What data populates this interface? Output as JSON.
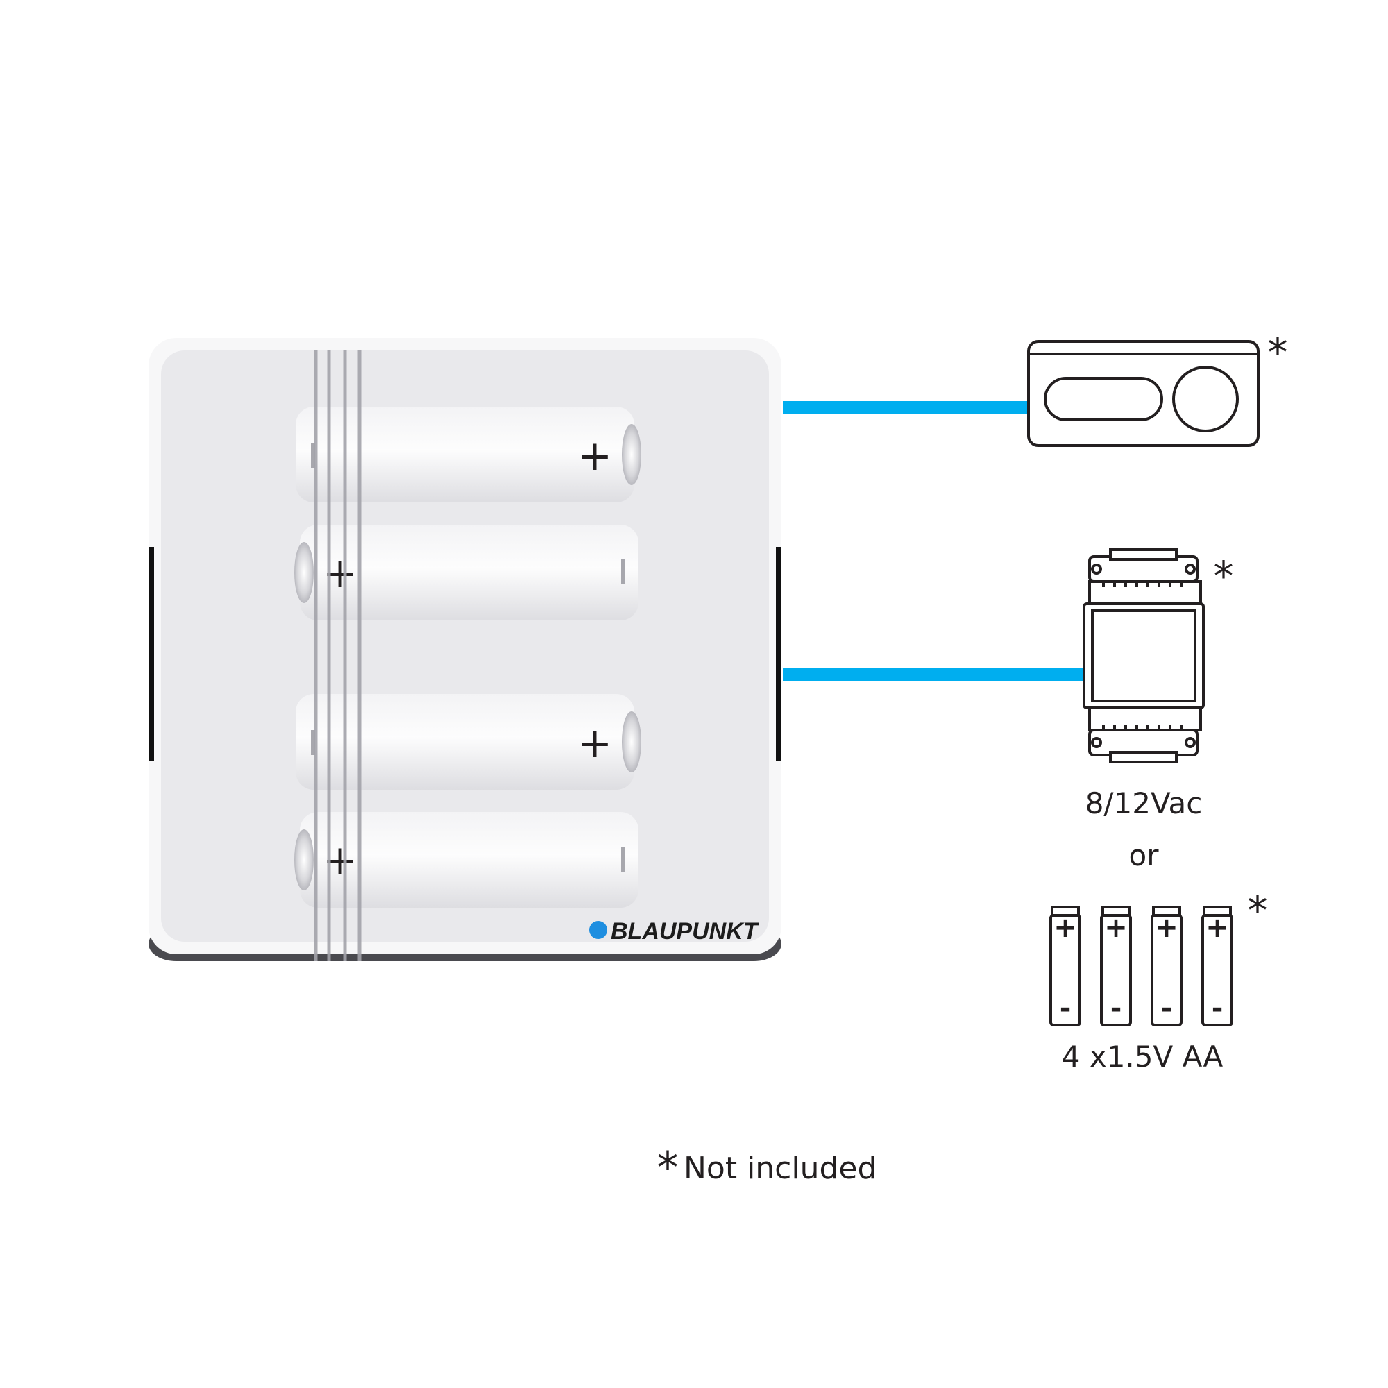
{
  "device": {
    "brand": "BLAUPUNKT",
    "battery_marks": {
      "plus": "+",
      "minus": "-"
    }
  },
  "power_options": {
    "ac_label": "8/12Vac",
    "or_label": "or",
    "battery_label": "4 x1.5V AA",
    "battery_count": 4
  },
  "footnote": {
    "symbol": "*",
    "text": "Not included"
  },
  "colors": {
    "wire": "#00aeef",
    "brand_dot": "#1e8ee0",
    "outline": "#231f20",
    "device_body": "#e9e9ec",
    "device_frame": "#f7f7f8"
  },
  "icons": {
    "doorbell": "doorbell-push-button-icon",
    "transformer": "din-rail-transformer-icon",
    "battery": "aa-battery-icon"
  }
}
